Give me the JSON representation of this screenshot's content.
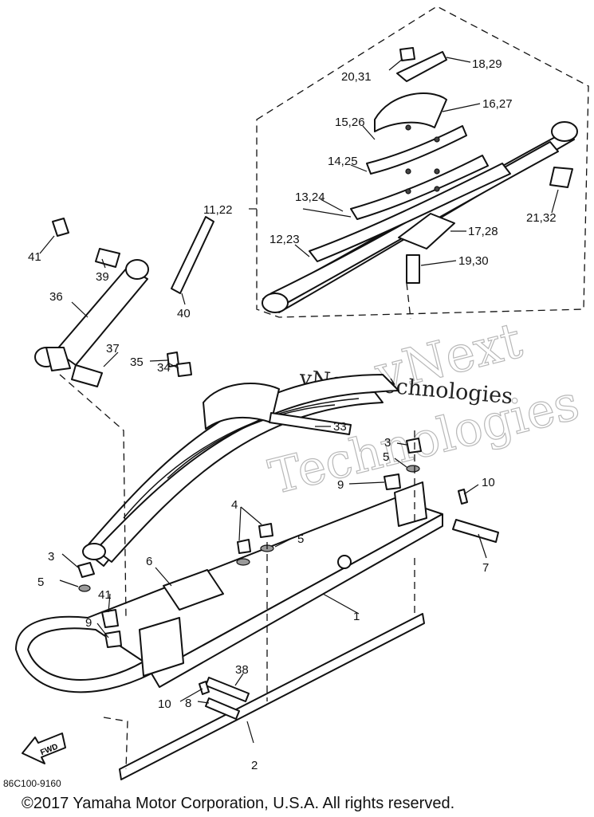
{
  "diagram": {
    "callouts": {
      "c1": "1",
      "c2": "2",
      "c3a": "3",
      "c3b": "3",
      "c4": "4",
      "c5a": "5",
      "c5b": "5",
      "c5c": "5",
      "c6": "6",
      "c7": "7",
      "c8": "8",
      "c9a": "9",
      "c9b": "9",
      "c10a": "10",
      "c10b": "10",
      "c11_22": "11,22",
      "c12_23": "12,23",
      "c13_24": "13,24",
      "c14_25": "14,25",
      "c15_26": "15,26",
      "c16_27": "16,27",
      "c17_28": "17,28",
      "c18_29": "18,29",
      "c19_30": "19,30",
      "c20_31": "20,31",
      "c21_32": "21,32",
      "c33": "33",
      "c34": "34",
      "c35": "35",
      "c36": "36",
      "c37": "37",
      "c38": "38",
      "c39": "39",
      "c40": "40",
      "c41a": "41",
      "c41b": "41"
    },
    "fwd_label": "FWD",
    "doc_code": "86C100-9160"
  },
  "watermark": {
    "line1": "vNext",
    "line2": "Technologies",
    "overlay": "vNext Technologies"
  },
  "footer": {
    "copyright": "©2017 Yamaha Motor Corporation, U.S.A. All rights reserved."
  }
}
